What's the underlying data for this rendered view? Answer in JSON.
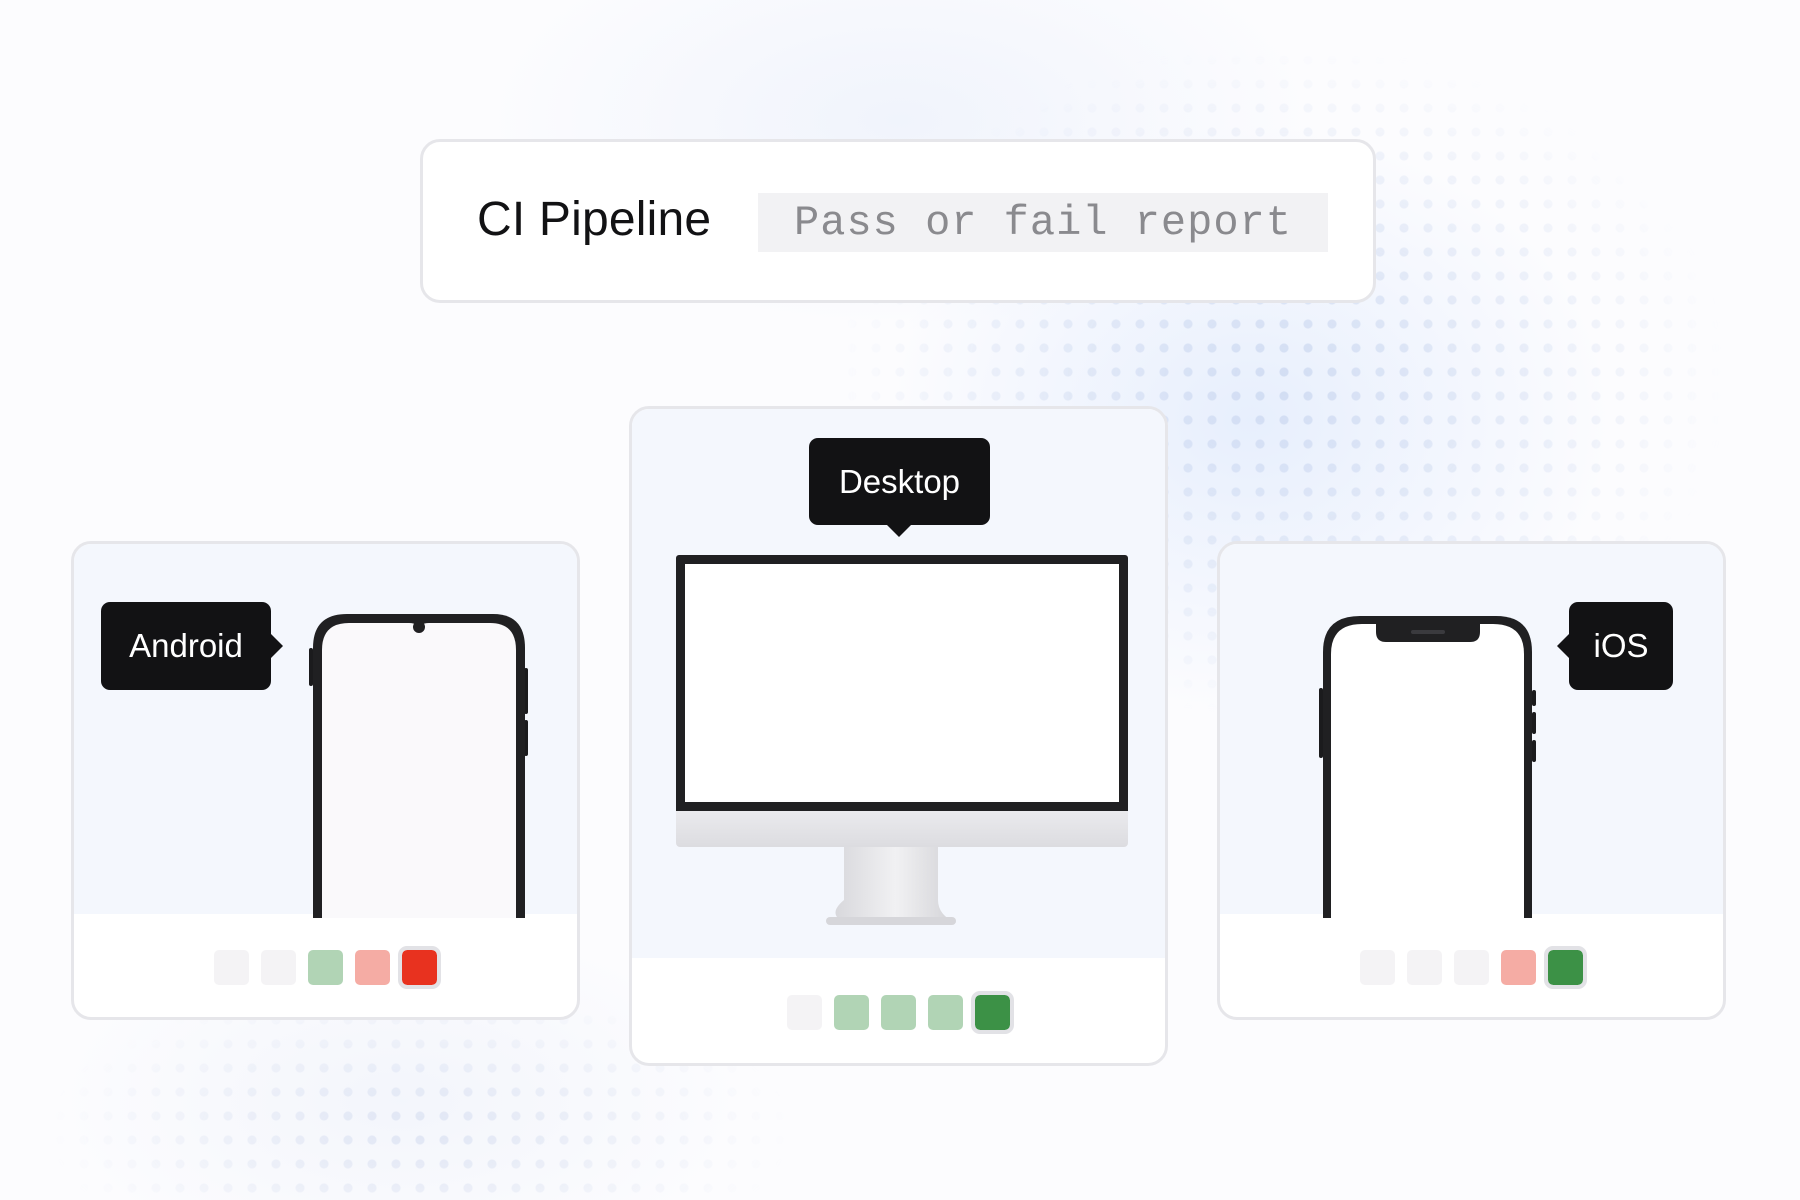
{
  "header": {
    "title": "CI Pipeline",
    "subtitle": "Pass or fail report"
  },
  "platforms": {
    "android": {
      "label": "Android",
      "results": [
        "pending",
        "pending",
        "pass-light",
        "fail-light",
        "fail"
      ],
      "current_index": 4
    },
    "desktop": {
      "label": "Desktop",
      "results": [
        "pending",
        "pass-light",
        "pass-light",
        "pass-light",
        "pass"
      ],
      "current_index": 4
    },
    "ios": {
      "label": "iOS",
      "results": [
        "pending",
        "pending",
        "pending",
        "fail-light",
        "pass"
      ],
      "current_index": 4
    }
  },
  "colors": {
    "pending": "#f4f3f5",
    "pass-light": "#b1d4b5",
    "pass": "#3c9146",
    "fail-light": "#f5aca4",
    "fail": "#e8321f"
  }
}
